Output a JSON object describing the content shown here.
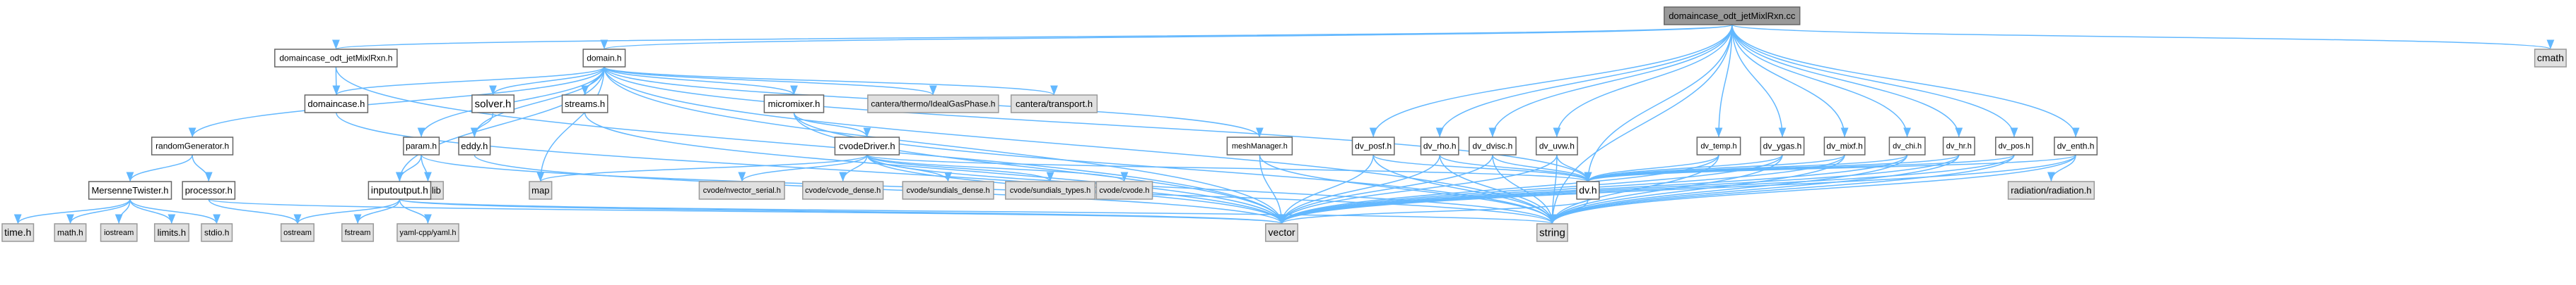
{
  "colors": {
    "edge": "#63b8ff",
    "node_fill": "#ffffff",
    "node_stroke": "#666666",
    "root_fill": "#999999",
    "root_stroke": "#666666",
    "external_fill": "#e0e0e0",
    "external_stroke": "#999999"
  },
  "nodes": [
    {
      "id": "root",
      "label": "domaincase_odt_jetMixlRxn.cc",
      "kind": "root"
    },
    {
      "id": "dojmr_h",
      "label": "domaincase_odt_jetMixlRxn.h",
      "kind": "file"
    },
    {
      "id": "domain_h",
      "label": "domain.h",
      "kind": "file"
    },
    {
      "id": "cmath",
      "label": "cmath",
      "kind": "external"
    },
    {
      "id": "domaincase_h",
      "label": "domaincase.h",
      "kind": "file"
    },
    {
      "id": "solver_h",
      "label": "solver.h",
      "kind": "file"
    },
    {
      "id": "streams_h",
      "label": "streams.h",
      "kind": "file"
    },
    {
      "id": "micromixer_h",
      "label": "micromixer.h",
      "kind": "file"
    },
    {
      "id": "idealgas_h",
      "label": "cantera/thermo/IdealGasPhase.h",
      "kind": "external"
    },
    {
      "id": "transport_h",
      "label": "cantera/transport.h",
      "kind": "external"
    },
    {
      "id": "randomgen_h",
      "label": "randomGenerator.h",
      "kind": "file"
    },
    {
      "id": "param_h",
      "label": "param.h",
      "kind": "file"
    },
    {
      "id": "eddy_h",
      "label": "eddy.h",
      "kind": "file"
    },
    {
      "id": "cvodedriver_h",
      "label": "cvodeDriver.h",
      "kind": "file"
    },
    {
      "id": "meshmanager_h",
      "label": "meshManager.h",
      "kind": "file"
    },
    {
      "id": "dv_posf_h",
      "label": "dv_posf.h",
      "kind": "file"
    },
    {
      "id": "dv_rho_h",
      "label": "dv_rho.h",
      "kind": "file"
    },
    {
      "id": "dv_dvisc_h",
      "label": "dv_dvisc.h",
      "kind": "file"
    },
    {
      "id": "dv_uvw_h",
      "label": "dv_uvw.h",
      "kind": "file"
    },
    {
      "id": "dv_temp_h",
      "label": "dv_temp.h",
      "kind": "file"
    },
    {
      "id": "dv_ygas_h",
      "label": "dv_ygas.h",
      "kind": "file"
    },
    {
      "id": "dv_mixf_h",
      "label": "dv_mixf.h",
      "kind": "file"
    },
    {
      "id": "dv_chi_h",
      "label": "dv_chi.h",
      "kind": "file"
    },
    {
      "id": "dv_hr_h",
      "label": "dv_hr.h",
      "kind": "file"
    },
    {
      "id": "dv_pos_h",
      "label": "dv_pos.h",
      "kind": "file"
    },
    {
      "id": "dv_enth_h",
      "label": "dv_enth.h",
      "kind": "file"
    },
    {
      "id": "mersenne_h",
      "label": "MersenneTwister.h",
      "kind": "file"
    },
    {
      "id": "processor_h",
      "label": "processor.h",
      "kind": "file"
    },
    {
      "id": "cstdlib",
      "label": "cstdlib",
      "kind": "external"
    },
    {
      "id": "inputoutput_h",
      "label": "inputoutput.h",
      "kind": "file"
    },
    {
      "id": "map",
      "label": "map",
      "kind": "external"
    },
    {
      "id": "nvector_h",
      "label": "cvode/nvector_serial.h",
      "kind": "external"
    },
    {
      "id": "cvode_dense_h",
      "label": "cvode/cvode_dense.h",
      "kind": "external"
    },
    {
      "id": "sundials_dense_h",
      "label": "cvode/sundials_dense.h",
      "kind": "external"
    },
    {
      "id": "sundials_types_h",
      "label": "cvode/sundials_types.h",
      "kind": "external"
    },
    {
      "id": "cvode_h",
      "label": "cvode/cvode.h",
      "kind": "external"
    },
    {
      "id": "dv_h",
      "label": "dv.h",
      "kind": "file"
    },
    {
      "id": "radiation_h",
      "label": "radiation/radiation.h",
      "kind": "external"
    },
    {
      "id": "time_h",
      "label": "time.h",
      "kind": "external"
    },
    {
      "id": "math_h",
      "label": "math.h",
      "kind": "external"
    },
    {
      "id": "iostream",
      "label": "iostream",
      "kind": "external"
    },
    {
      "id": "limits_h",
      "label": "limits.h",
      "kind": "external"
    },
    {
      "id": "stdio_h",
      "label": "stdio.h",
      "kind": "external"
    },
    {
      "id": "ostream",
      "label": "ostream",
      "kind": "external"
    },
    {
      "id": "fstream",
      "label": "fstream",
      "kind": "external"
    },
    {
      "id": "yaml_h",
      "label": "yaml-cpp/yaml.h",
      "kind": "external"
    },
    {
      "id": "vector",
      "label": "vector",
      "kind": "external"
    },
    {
      "id": "string",
      "label": "string",
      "kind": "external"
    }
  ],
  "edges": [
    [
      "root",
      "dojmr_h"
    ],
    [
      "root",
      "domain_h"
    ],
    [
      "root",
      "cmath"
    ],
    [
      "root",
      "dv_posf_h"
    ],
    [
      "root",
      "dv_rho_h"
    ],
    [
      "root",
      "dv_dvisc_h"
    ],
    [
      "root",
      "dv_uvw_h"
    ],
    [
      "root",
      "dv_temp_h"
    ],
    [
      "root",
      "dv_ygas_h"
    ],
    [
      "root",
      "dv_mixf_h"
    ],
    [
      "root",
      "dv_chi_h"
    ],
    [
      "root",
      "dv_hr_h"
    ],
    [
      "root",
      "dv_pos_h"
    ],
    [
      "root",
      "dv_enth_h"
    ],
    [
      "root",
      "dv_h"
    ],
    [
      "root",
      "string"
    ],
    [
      "dojmr_h",
      "domaincase_h"
    ],
    [
      "dojmr_h",
      "vector"
    ],
    [
      "domain_h",
      "domaincase_h"
    ],
    [
      "domain_h",
      "solver_h"
    ],
    [
      "domain_h",
      "streams_h"
    ],
    [
      "domain_h",
      "micromixer_h"
    ],
    [
      "domain_h",
      "idealgas_h"
    ],
    [
      "domain_h",
      "transport_h"
    ],
    [
      "domain_h",
      "randomgen_h"
    ],
    [
      "domain_h",
      "param_h"
    ],
    [
      "domain_h",
      "eddy_h"
    ],
    [
      "domain_h",
      "meshmanager_h"
    ],
    [
      "domain_h",
      "inputoutput_h"
    ],
    [
      "domain_h",
      "map"
    ],
    [
      "domain_h",
      "dv_h"
    ],
    [
      "domain_h",
      "vector"
    ],
    [
      "domain_h",
      "string"
    ],
    [
      "domaincase_h",
      "vector"
    ],
    [
      "solver_h",
      "eddy_h"
    ],
    [
      "streams_h",
      "vector"
    ],
    [
      "micromixer_h",
      "cvodedriver_h"
    ],
    [
      "micromixer_h",
      "vector"
    ],
    [
      "micromixer_h",
      "string"
    ],
    [
      "randomgen_h",
      "mersenne_h"
    ],
    [
      "randomgen_h",
      "processor_h"
    ],
    [
      "mersenne_h",
      "time_h"
    ],
    [
      "mersenne_h",
      "math_h"
    ],
    [
      "mersenne_h",
      "iostream"
    ],
    [
      "mersenne_h",
      "limits_h"
    ],
    [
      "mersenne_h",
      "stdio_h"
    ],
    [
      "processor_h",
      "ostream"
    ],
    [
      "processor_h",
      "vector"
    ],
    [
      "param_h",
      "cstdlib"
    ],
    [
      "param_h",
      "inputoutput_h"
    ],
    [
      "param_h",
      "string"
    ],
    [
      "eddy_h",
      "vector"
    ],
    [
      "inputoutput_h",
      "ostream"
    ],
    [
      "inputoutput_h",
      "fstream"
    ],
    [
      "inputoutput_h",
      "yaml_h"
    ],
    [
      "inputoutput_h",
      "vector"
    ],
    [
      "inputoutput_h",
      "string"
    ],
    [
      "cvodedriver_h",
      "map"
    ],
    [
      "cvodedriver_h",
      "nvector_h"
    ],
    [
      "cvodedriver_h",
      "cvode_dense_h"
    ],
    [
      "cvodedriver_h",
      "sundials_dense_h"
    ],
    [
      "cvodedriver_h",
      "sundials_types_h"
    ],
    [
      "cvodedriver_h",
      "cvode_h"
    ],
    [
      "cvodedriver_h",
      "dv_h"
    ],
    [
      "cvodedriver_h",
      "vector"
    ],
    [
      "cvodedriver_h",
      "string"
    ],
    [
      "meshmanager_h",
      "vector"
    ],
    [
      "meshmanager_h",
      "string"
    ],
    [
      "dv_posf_h",
      "dv_h"
    ],
    [
      "dv_posf_h",
      "vector"
    ],
    [
      "dv_posf_h",
      "string"
    ],
    [
      "dv_rho_h",
      "dv_h"
    ],
    [
      "dv_rho_h",
      "vector"
    ],
    [
      "dv_rho_h",
      "string"
    ],
    [
      "dv_dvisc_h",
      "dv_h"
    ],
    [
      "dv_dvisc_h",
      "vector"
    ],
    [
      "dv_dvisc_h",
      "string"
    ],
    [
      "dv_uvw_h",
      "dv_h"
    ],
    [
      "dv_uvw_h",
      "vector"
    ],
    [
      "dv_uvw_h",
      "string"
    ],
    [
      "dv_temp_h",
      "dv_h"
    ],
    [
      "dv_temp_h",
      "vector"
    ],
    [
      "dv_temp_h",
      "string"
    ],
    [
      "dv_ygas_h",
      "dv_h"
    ],
    [
      "dv_ygas_h",
      "vector"
    ],
    [
      "dv_ygas_h",
      "string"
    ],
    [
      "dv_mixf_h",
      "dv_h"
    ],
    [
      "dv_mixf_h",
      "vector"
    ],
    [
      "dv_mixf_h",
      "string"
    ],
    [
      "dv_chi_h",
      "dv_h"
    ],
    [
      "dv_chi_h",
      "vector"
    ],
    [
      "dv_chi_h",
      "string"
    ],
    [
      "dv_hr_h",
      "dv_h"
    ],
    [
      "dv_hr_h",
      "vector"
    ],
    [
      "dv_hr_h",
      "string"
    ],
    [
      "dv_pos_h",
      "dv_h"
    ],
    [
      "dv_pos_h",
      "vector"
    ],
    [
      "dv_pos_h",
      "string"
    ],
    [
      "dv_enth_h",
      "dv_h"
    ],
    [
      "dv_enth_h",
      "radiation_h"
    ],
    [
      "dv_enth_h",
      "vector"
    ],
    [
      "dv_enth_h",
      "string"
    ],
    [
      "dv_h",
      "vector"
    ],
    [
      "dv_h",
      "string"
    ]
  ]
}
